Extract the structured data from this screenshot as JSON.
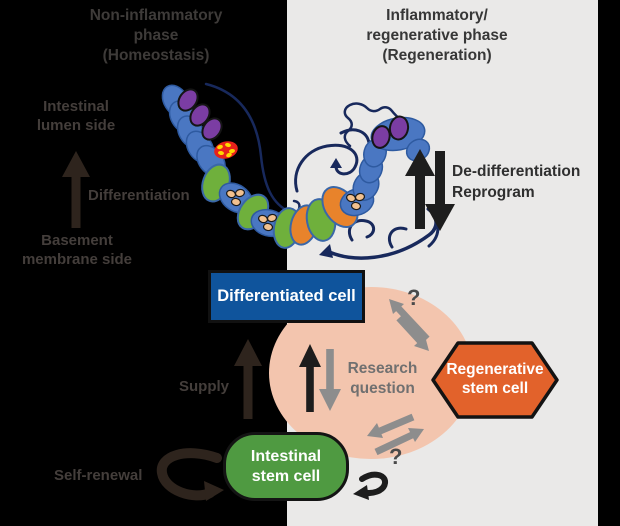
{
  "figure": {
    "left_panel": {
      "title_lines": [
        "Non-inflammatory",
        "phase",
        "(Homeostasis)"
      ]
    },
    "right_panel": {
      "title_lines": [
        "Inflammatory/",
        "regenerative phase",
        "(Regeneration)"
      ]
    }
  },
  "labels": {
    "intestinal_lumen_side": [
      "Intestinal",
      "lumen side"
    ],
    "differentiation": "Differentiation",
    "basement_membrane_side": [
      "Basement",
      "membrane side"
    ],
    "supply": "Supply",
    "self_renewal": "Self-renewal",
    "de_differentiation": "De-differentiation",
    "reprogram": "Reprogram",
    "research_question": [
      "Research",
      "question"
    ],
    "question_mark_upper": "?",
    "question_mark_lower": "?"
  },
  "nodes": {
    "differentiated_cell": {
      "label": "Differentiated cell",
      "fill": "#0f549c"
    },
    "intestinal_stem_cell": {
      "lines": [
        "Intestinal",
        "stem cell"
      ],
      "fill": "#4f9a41"
    },
    "regenerative_stem_cell": {
      "lines": [
        "Regenerative",
        "stem cell"
      ],
      "fill": "#e2622b"
    }
  },
  "colors": {
    "left_background": "#000000",
    "right_background": "#eae9e8",
    "right_frame": "#000000",
    "regeneration_halo": "#f3c5ae",
    "cell_blue": "#4a77c2",
    "cell_green": "#6fb03c",
    "cell_orange": "#e8832b",
    "nucleus_purple": "#7b3da3",
    "granule_peach": "#f2c18f",
    "stress_red": "#e8221b",
    "stress_yellow": "#ffd900",
    "mucus_navy": "#18295c",
    "arrow_black": "#1d1d1d",
    "arrow_gray": "#8d8d8d",
    "arrow_dark_brown": "#2e241d",
    "text_dark": "#373737",
    "text_muted_left": "#443e3b",
    "text_gray": "#707070"
  }
}
